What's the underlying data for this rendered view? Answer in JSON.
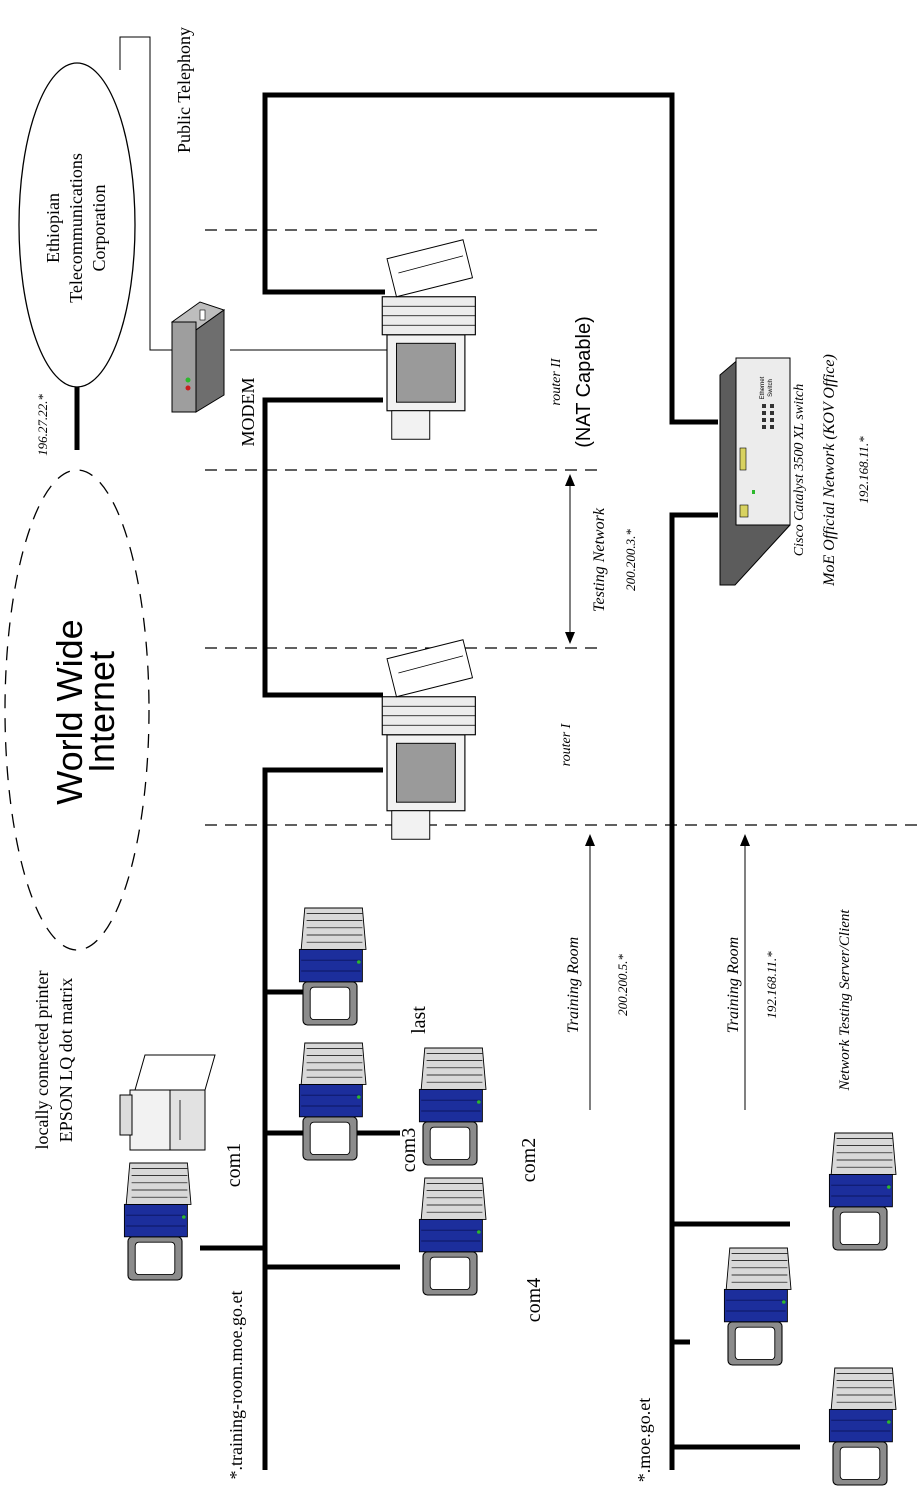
{
  "internet": {
    "line1": "World Wide",
    "line2": "Internet"
  },
  "isp": {
    "line1": "Ethiopian",
    "line2": "Telecommunications",
    "line3": "Corporation",
    "subnet": "196.27.22.*"
  },
  "telephony_label": "Public Telephony",
  "modem_label": "MODEM",
  "router2": {
    "name": "router II",
    "capability": "(NAT Capable)"
  },
  "router1": {
    "name": "router I"
  },
  "testing_network": {
    "label": "Testing Network",
    "subnet": "200.200.3.*"
  },
  "switch": {
    "line1": "Cisco Catalyst 3500 XL switch",
    "line2": "MoE Official Network (KOV Office)",
    "subnet": "192.168.11.*",
    "device_label_1": "Ethernet",
    "device_label_2": "Switch"
  },
  "training_room_1": {
    "label": "Training Room",
    "subnet": "200.200.5.*"
  },
  "training_room_2": {
    "label": "Training Room",
    "subnet": "192.168.11.*"
  },
  "network_testing_label": "Network Testing Server/Client",
  "printer": {
    "line1": "locally connected printer",
    "line2": "EPSON LQ dot matrix"
  },
  "computers": {
    "com1": "com1",
    "com2": "com2",
    "com3": "com3",
    "com4": "com4",
    "last": "last"
  },
  "domain_training": "*.training-room.moe.go.et",
  "domain_moe": "*.moe.go.et"
}
